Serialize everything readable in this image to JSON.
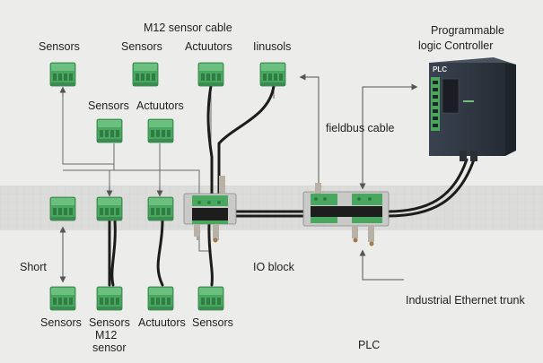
{
  "labels": {
    "m12_sensor_cable": "M12 sensor cable",
    "top_sensors_1": "Sensors",
    "top_sensors_2": "Sensors",
    "top_actuators": "Actuutors",
    "top_iinusols": "Iinusols",
    "mid_sensors": "Sensors",
    "mid_actuators": "Actuutors",
    "plc_title_line1": "Programmable",
    "plc_title_line2": "logic Controller",
    "plc_badge": "PLC",
    "fieldbus_cable": "fieldbus cable",
    "short": "Short",
    "io_block": "IO block",
    "industrial_ethernet": "Industrial Ethernet trunk",
    "bottom_sensors_1": "Sensors",
    "bottom_sensors_2": "Sensors",
    "bottom_m12": "M12",
    "bottom_sensor": "sensor",
    "bottom_actuators": "Actuutors",
    "bottom_sensors_3": "Sensors",
    "bottom_plc": "PLC"
  },
  "colors": {
    "background": "#ececea",
    "band": "#dcdcda",
    "module_green": "#49a760",
    "module_green_dark": "#2f7d45",
    "plc_body": "#2e3540",
    "cable": "#1c1c1c",
    "arrow": "#555555"
  }
}
